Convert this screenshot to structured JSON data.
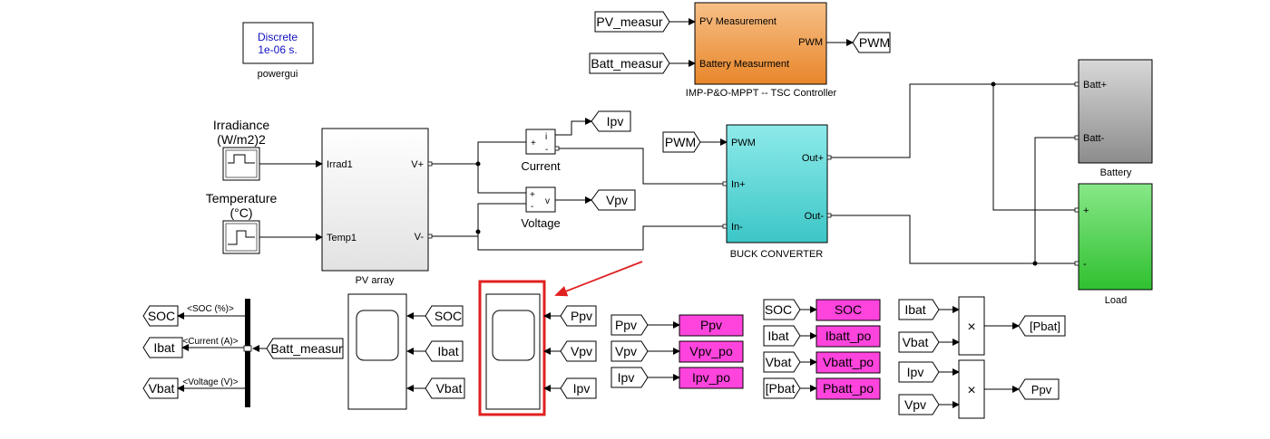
{
  "powergui": {
    "line1": "Discrete",
    "line2": "1e-06 s.",
    "caption": "powergui"
  },
  "mppt": {
    "port_pv": "PV Measurement",
    "port_batt": "Battery Measurment",
    "port_pwm": "PWM",
    "caption": "IMP-P&O-MPPT -- TSC Controller"
  },
  "goto_from": {
    "pv_measur": "PV_measur",
    "batt_measur_in": "Batt_measur",
    "pwm_out": "PWM",
    "ipv_top": "Ipv",
    "vpv_top": "Vpv",
    "pwm_in": "PWM",
    "batt_measur_bus": "Batt_measur",
    "soc_left": "SOC",
    "ibat_left": "Ibat",
    "vbat_left": "Vbat",
    "soc_scope1": "SOC",
    "ibat_scope1": "Ibat",
    "vbat_scope1": "Vbat",
    "ppv_scope2": "Ppv",
    "vpv_scope2": "Vpv",
    "ipv_scope2": "Ipv",
    "ppv_ws": "Ppv",
    "vpv_ws": "Vpv",
    "ipv_ws": "Ipv",
    "soc_ws": "SOC",
    "ibat_ws": "Ibat",
    "vbat_ws": "Vbat",
    "pbat_ws": "[Pbat",
    "ibat_prod": "Ibat",
    "vbat_prod": "Vbat",
    "ipv_prod": "Ipv",
    "vpv_prod": "Vpv",
    "pbat_out": "[Pbat]",
    "ppv_out": "Ppv"
  },
  "workspace": {
    "ppv": "Ppv",
    "vpv_po": "Vpv_po",
    "ipv_po": "Ipv_po",
    "soc": "SOC",
    "ibatt_po": "Ibatt_po",
    "vbatt_po": "Vbatt_po",
    "pbatt_po": "Pbatt_po"
  },
  "irradiance": {
    "line1": "Irradiance",
    "line2": "(W/m2)2"
  },
  "temperature": {
    "line1": "Temperature",
    "line2": "(°C)"
  },
  "pv_array": {
    "port_irrad": "Irrad1",
    "port_temp": "Temp1",
    "port_vplus": "V+",
    "port_vminus": "V-",
    "caption": "PV array"
  },
  "current_meas": {
    "plus": "+",
    "minus": "-",
    "out": "i",
    "caption": "Current"
  },
  "voltage_meas": {
    "plus": "+",
    "minus": "-",
    "out": "v",
    "caption": "Voltage"
  },
  "buck": {
    "port_pwm": "PWM",
    "port_inplus": "In+",
    "port_inminus": "In-",
    "port_outplus": "Out+",
    "port_outminus": "Out-",
    "caption": "BUCK CONVERTER"
  },
  "battery": {
    "port_plus": "Batt+",
    "port_minus": "Batt-",
    "caption": "Battery"
  },
  "load": {
    "port_plus": "+",
    "port_minus": "-",
    "caption": "Load"
  },
  "bus_selector": {
    "sig_soc": "<SOC (%)>",
    "sig_current": "<Current (A)>",
    "sig_voltage": "<Voltage (V)>"
  },
  "product": {
    "symbol": "×"
  },
  "colors": {
    "mppt": "#f29a3c",
    "buck": "#56d6d6",
    "battery": "#9a9a9a",
    "load": "#3fcf3f",
    "workspace": "#ff44dd",
    "highlight": "#e02020",
    "powergui_text": "#1010c0"
  }
}
